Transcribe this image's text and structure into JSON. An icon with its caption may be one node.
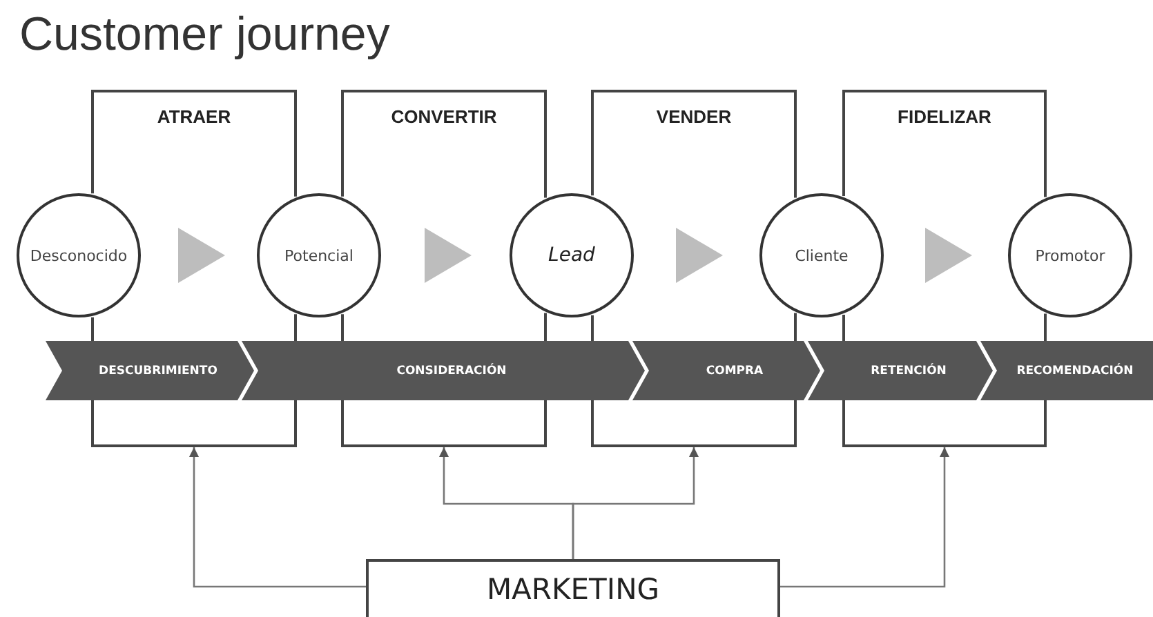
{
  "diagram": {
    "title": "Customer journey",
    "nodes": [
      {
        "text": [
          "ATRAER"
        ]
      },
      {
        "text": [
          "CONVERTIR"
        ]
      },
      {
        "text": [
          "VENDER"
        ]
      },
      {
        "text": [
          "FIDELIZAR"
        ]
      },
      {
        "text": [
          "Desconocido"
        ]
      },
      {
        "text": [
          "Potencial"
        ]
      },
      {
        "text": [
          "Lead"
        ]
      },
      {
        "text": [
          "Cliente"
        ]
      },
      {
        "text": [
          "Promotor"
        ]
      },
      {
        "text": [
          "DESCUBRIMIENTO"
        ]
      },
      {
        "text": [
          "CONSIDERACIÓN"
        ]
      },
      {
        "text": [
          "COMPRA"
        ]
      },
      {
        "text": [
          "RETENCIÓN"
        ]
      },
      {
        "text": [
          "RECOMENDACIÓN"
        ]
      },
      {
        "text": [
          "MARKETING"
        ]
      }
    ],
    "edges": [
      {
        "from": 4,
        "to": 5,
        "arrow": "to",
        "color": "#bdbdbd"
      },
      {
        "from": 5,
        "to": 6,
        "arrow": "to",
        "color": "#bdbdbd"
      },
      {
        "from": 6,
        "to": 7,
        "arrow": "to",
        "color": "#bdbdbd"
      },
      {
        "from": 7,
        "to": 8,
        "arrow": "to",
        "color": "#bdbdbd"
      },
      {
        "from": 14,
        "to": 0,
        "arrow": "to"
      },
      {
        "from": 14,
        "to": 1,
        "arrow": "to"
      },
      {
        "from": 14,
        "to": 2,
        "arrow": "to"
      },
      {
        "from": 14,
        "to": 3,
        "arrow": "to"
      }
    ]
  }
}
